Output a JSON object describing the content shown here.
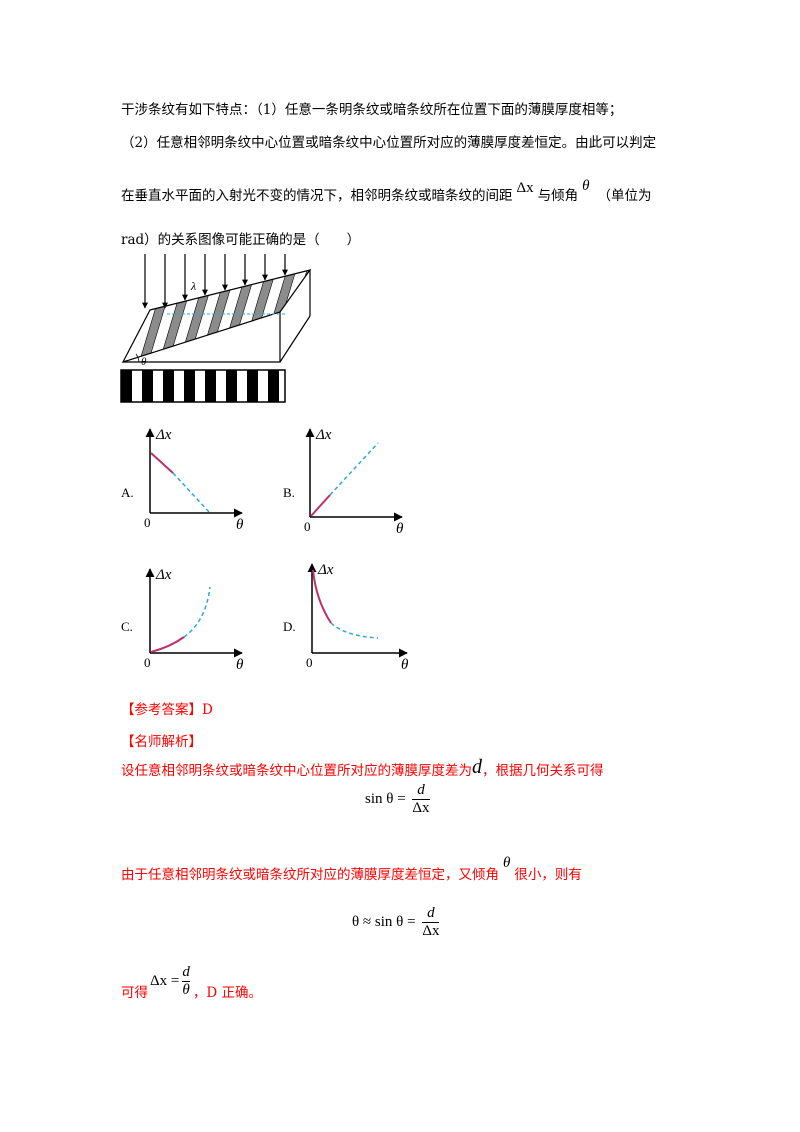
{
  "question": {
    "line1": "干涉条纹有如下特点：（1）任意一条明条纹或暗条纹所在位置下面的薄膜厚度相等；",
    "line2": "（2）任意相邻明条纹中心位置或暗条纹中心位置所对应的薄膜厚度差恒定。由此可以判定",
    "line3a": "在垂直水平面的入射光不变的情况下，相邻明条纹或暗条纹的间距",
    "line3_sym1": "Δx",
    "line3b": "与倾角",
    "line3_sym2": "θ",
    "line3c": "（单位为",
    "line4": "rad）的关系图像可能正确的是（　　）"
  },
  "figure": {
    "lambda_label": "λ",
    "theta_label": "θ"
  },
  "graphs": {
    "y_label": "Δx",
    "x_label": "θ",
    "origin": "0",
    "options": [
      {
        "letter": "A.",
        "shape": "decreasing-line"
      },
      {
        "letter": "B.",
        "shape": "increasing-line"
      },
      {
        "letter": "C.",
        "shape": "increasing-curve"
      },
      {
        "letter": "D.",
        "shape": "decreasing-curve"
      }
    ]
  },
  "answer": {
    "label": "【参考答案】",
    "value": "D",
    "analysis_label": "【名师解析】",
    "text1a": "设任意相邻明条纹或暗条纹中心位置所对应的薄膜厚度差为",
    "text1_sym": "d",
    "text1b": "，根据几何关系可得",
    "eq1_lhs": "sin θ =",
    "eq1_num": "d",
    "eq1_den": "Δx",
    "text2a": "由于任意相邻明条纹或暗条纹所对应的薄膜厚度差恒定，又倾角",
    "text2_sym": "θ",
    "text2b": "很小，则有",
    "eq2_lhs": "θ ≈ sin θ =",
    "eq2_num": "d",
    "eq2_den": "Δx",
    "text3a": "可得",
    "eq3_lhs": "Δx =",
    "eq3_num": "d",
    "eq3_den": "θ",
    "text3b": "，D 正确。"
  },
  "colors": {
    "answer_red": "#ff0000",
    "curve_solid": "#c0306a",
    "curve_dashed": "#2ea8d6"
  }
}
